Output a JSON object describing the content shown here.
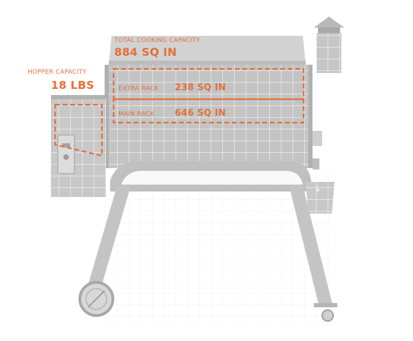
{
  "colors": {
    "accent": "#e0703a",
    "grill_body": "#bdbdbd",
    "grill_dark": "#9a9a9a",
    "grid_lines": "#e6e6e6"
  },
  "labels": {
    "total_capacity_caption": "TOTAL COOKING CAPACITY",
    "total_capacity_value": "884 SQ IN",
    "hopper_caption": "HOPPER CAPACITY",
    "hopper_value": "18 LBS",
    "extra_rack_caption": "EXTRA RACK",
    "extra_rack_value": "238 SQ IN",
    "main_rack_caption": "MAIN RACK",
    "main_rack_value": "646 SQ IN"
  }
}
